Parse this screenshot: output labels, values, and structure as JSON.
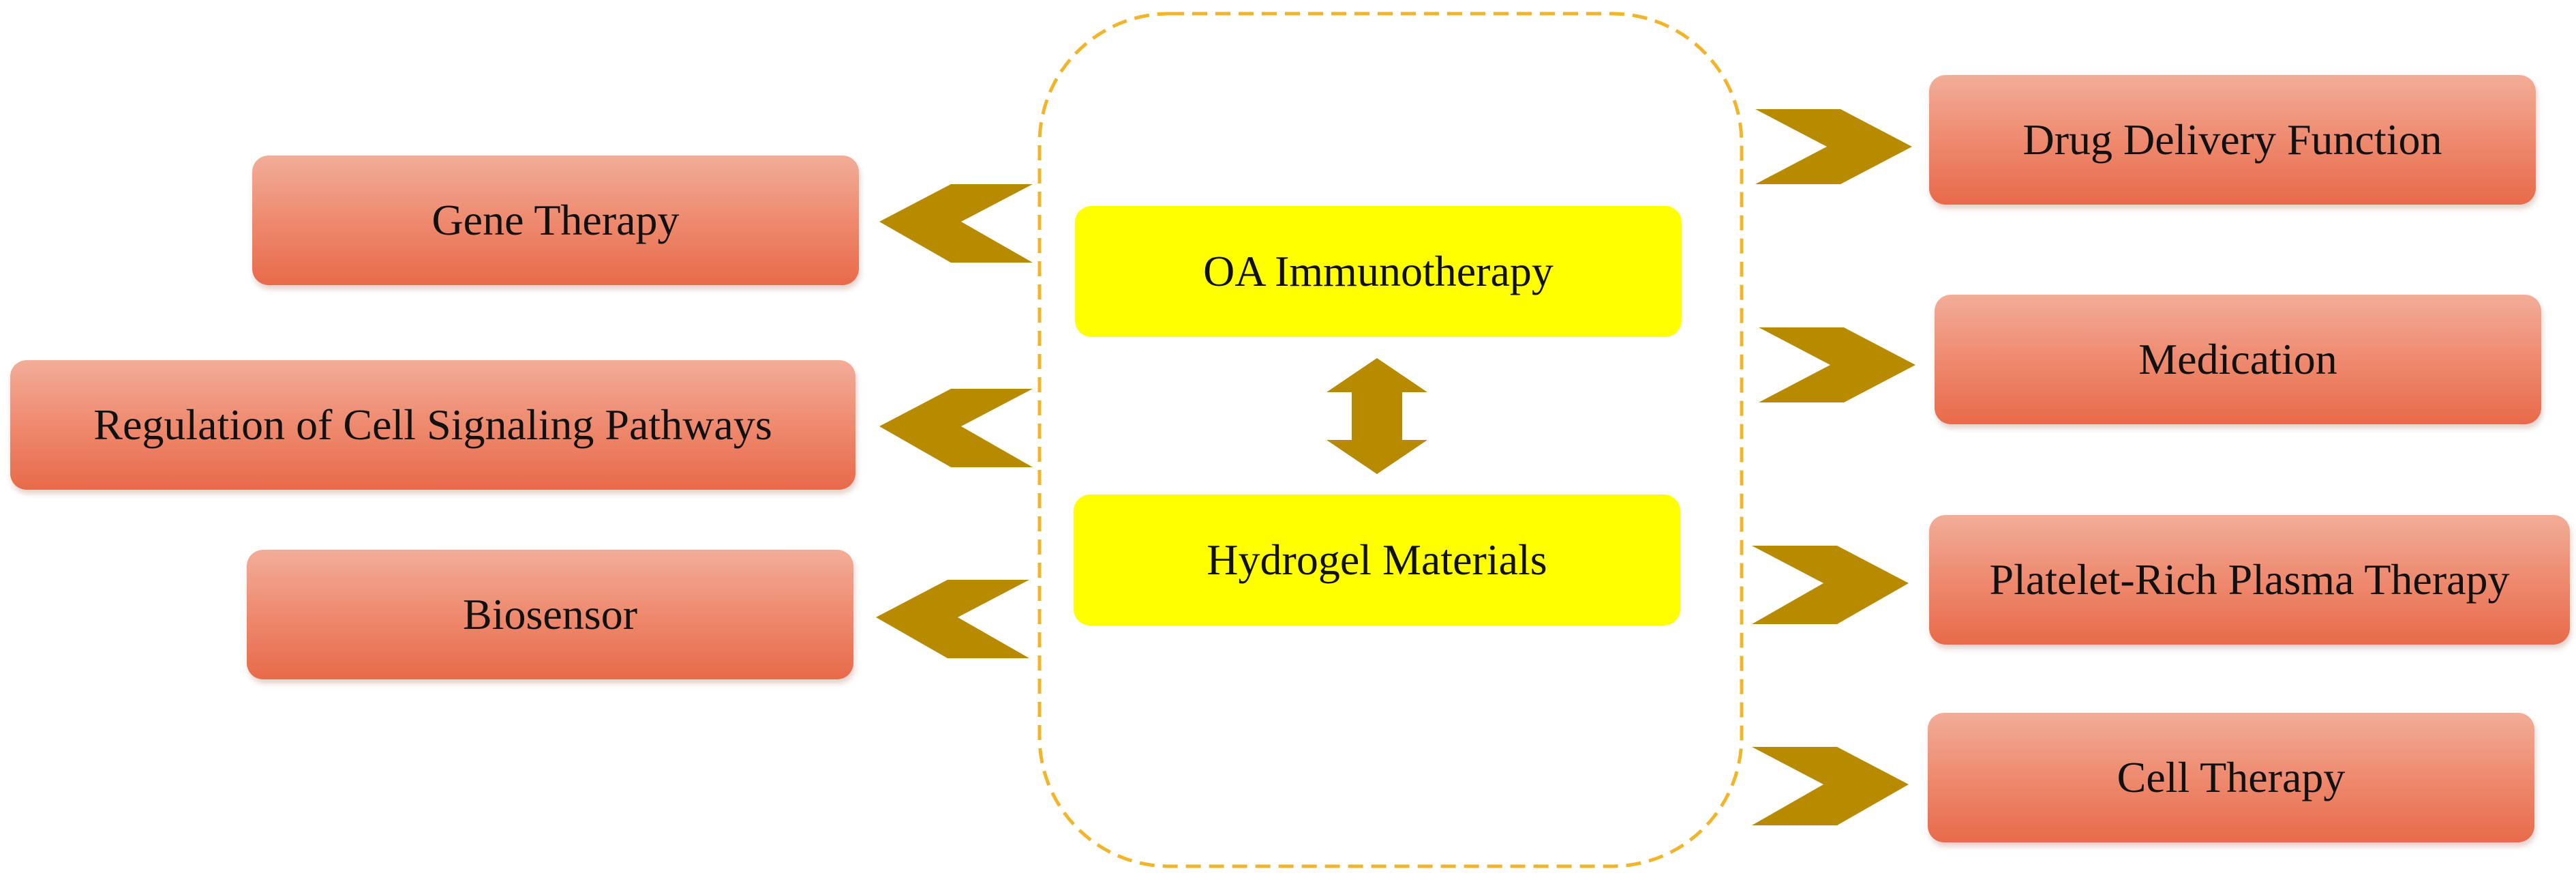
{
  "center": {
    "top_label": "OA Immunotherapy",
    "bottom_label": "Hydrogel Materials"
  },
  "left_items": [
    "Gene Therapy",
    "Regulation of Cell Signaling Pathways",
    "Biosensor"
  ],
  "right_items": [
    "Drug Delivery Function",
    "Medication",
    "Platelet-Rich Plasma Therapy",
    "Cell Therapy"
  ],
  "colors": {
    "outline": "#f0b52a",
    "arrow": "#b88a00",
    "center_box": "#ffff00",
    "item_gradient_top": "#f2ad98",
    "item_gradient_bottom": "#e86a4a"
  }
}
